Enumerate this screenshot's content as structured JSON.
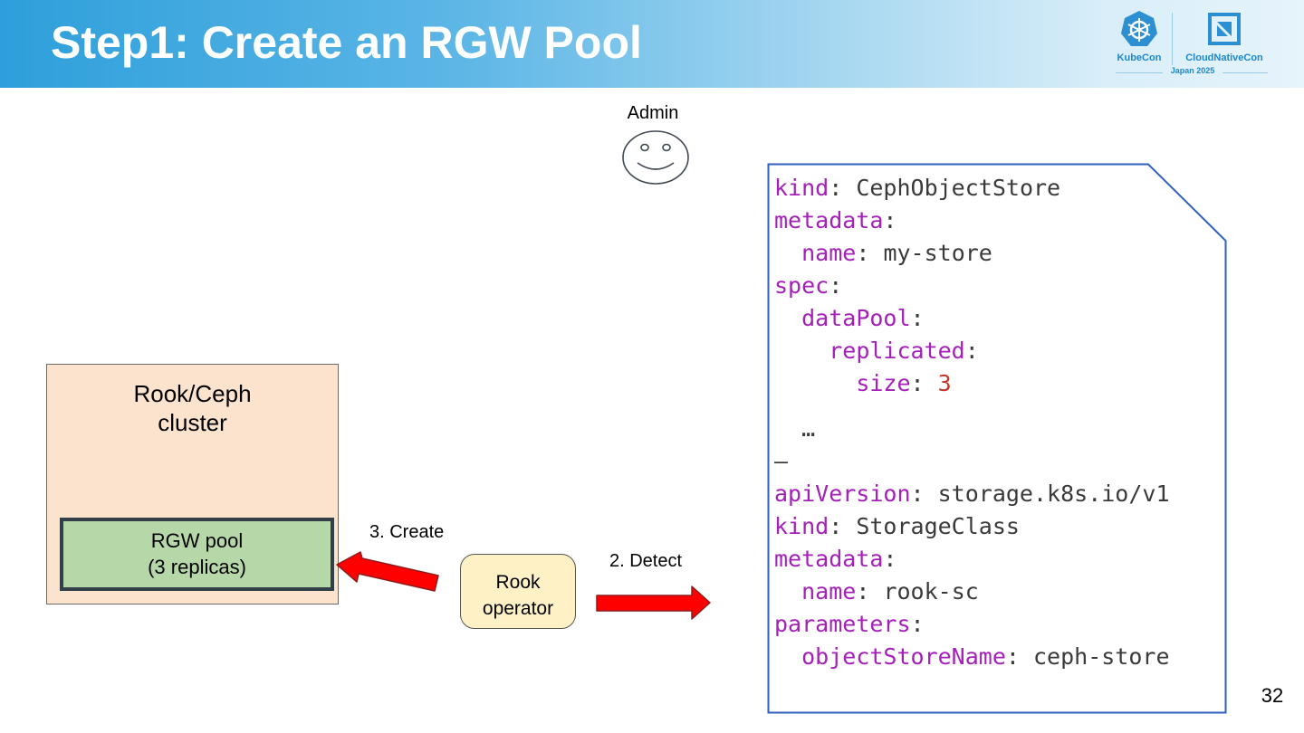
{
  "slide": {
    "title": "Step1: Create an RGW Pool",
    "page_number": "32"
  },
  "header_logos": {
    "kubecon": "KubeCon",
    "cloudnativecon": "CloudNativeCon",
    "event": "Japan 2025"
  },
  "diagram": {
    "admin_label": "Admin",
    "cluster": {
      "title_line1": "Rook/Ceph",
      "title_line2": "cluster",
      "pool_line1": "RGW pool",
      "pool_line2": "(3 replicas)"
    },
    "operator": {
      "line1": "Rook",
      "line2": "operator"
    },
    "arrows": {
      "create_label": "3. Create",
      "detect_label": "2. Detect"
    }
  },
  "manifest": {
    "lines": [
      {
        "indent": "",
        "key": "kind",
        "sep": ": ",
        "value": "CephObjectStore"
      },
      {
        "indent": "",
        "key": "metadata",
        "sep": ":",
        "value": ""
      },
      {
        "indent": "  ",
        "key": "name",
        "sep": ": ",
        "value": "my-store"
      },
      {
        "indent": "",
        "key": "spec",
        "sep": ":",
        "value": ""
      },
      {
        "indent": "  ",
        "key": "dataPool",
        "sep": ":",
        "value": ""
      },
      {
        "indent": "    ",
        "key": "replicated",
        "sep": ":",
        "value": ""
      },
      {
        "indent": "      ",
        "key": "size",
        "sep": ": ",
        "value": "3"
      },
      {
        "indent": "  ",
        "text": "…"
      },
      {
        "indent": "",
        "text": "—"
      },
      {
        "indent": "",
        "key": "apiVersion",
        "sep": ": ",
        "value": "storage.k8s.io/v1"
      },
      {
        "indent": "",
        "key": "kind",
        "sep": ": ",
        "value": "StorageClass"
      },
      {
        "indent": "",
        "key": "metadata",
        "sep": ":",
        "value": ""
      },
      {
        "indent": "  ",
        "key": "name",
        "sep": ": ",
        "value": "rook-sc"
      },
      {
        "indent": "",
        "key": "parameters",
        "sep": ":",
        "value": ""
      },
      {
        "indent": "  ",
        "key": "objectStoreName",
        "sep": ": ",
        "value": "ceph-store"
      }
    ]
  },
  "colors": {
    "yaml_key": "#a420b8",
    "yaml_number": "#c0392b",
    "arrow_fill": "#ff0000",
    "manifest_border": "#2f5fbf"
  }
}
